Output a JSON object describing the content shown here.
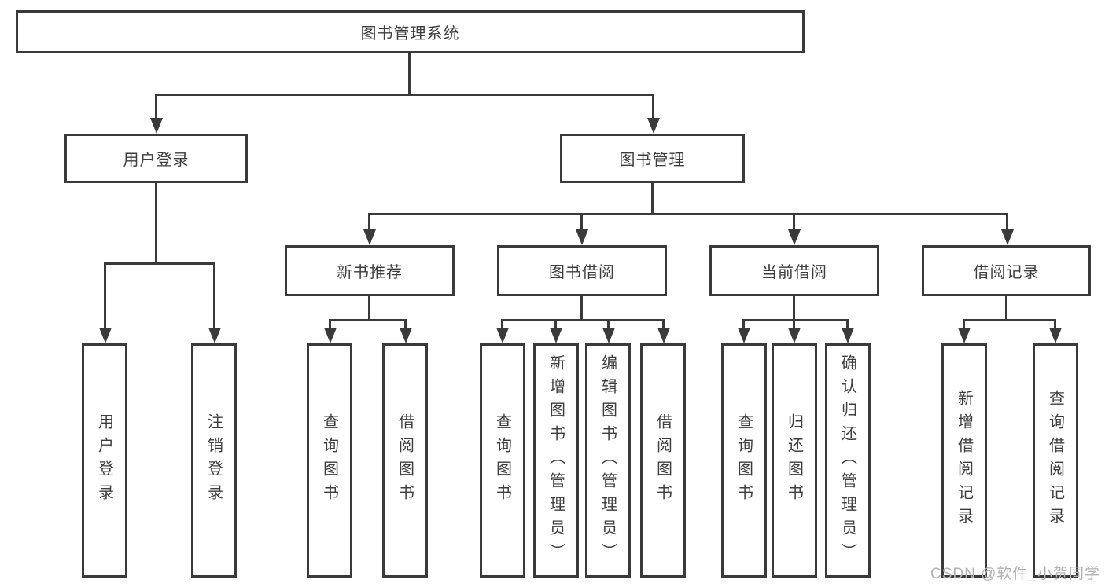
{
  "tree": {
    "label": "图书管理系统",
    "children": [
      {
        "label": "用户登录",
        "children": [
          {
            "label": "用户登录"
          },
          {
            "label": "注销登录"
          }
        ]
      },
      {
        "label": "图书管理",
        "children": [
          {
            "label": "新书推荐",
            "children": [
              {
                "label": "查询图书"
              },
              {
                "label": "借阅图书"
              }
            ]
          },
          {
            "label": "图书借阅",
            "children": [
              {
                "label": "查询图书"
              },
              {
                "label": "新增图书（管理员）"
              },
              {
                "label": "编辑图书（管理员）"
              },
              {
                "label": "借阅图书"
              }
            ]
          },
          {
            "label": "当前借阅",
            "children": [
              {
                "label": "查询图书"
              },
              {
                "label": "归还图书"
              },
              {
                "label": "确认归还（管理员）"
              }
            ]
          },
          {
            "label": "借阅记录",
            "children": [
              {
                "label": "新增借阅记录"
              },
              {
                "label": "查询借阅记录"
              }
            ]
          }
        ]
      }
    ]
  },
  "watermark": "CSDN @软件_小贺同学",
  "colors": {
    "line": "#3a3a3a",
    "text": "#3d3d3d",
    "watermark": "#b2b2b2",
    "box_fill": "#ffffff"
  }
}
